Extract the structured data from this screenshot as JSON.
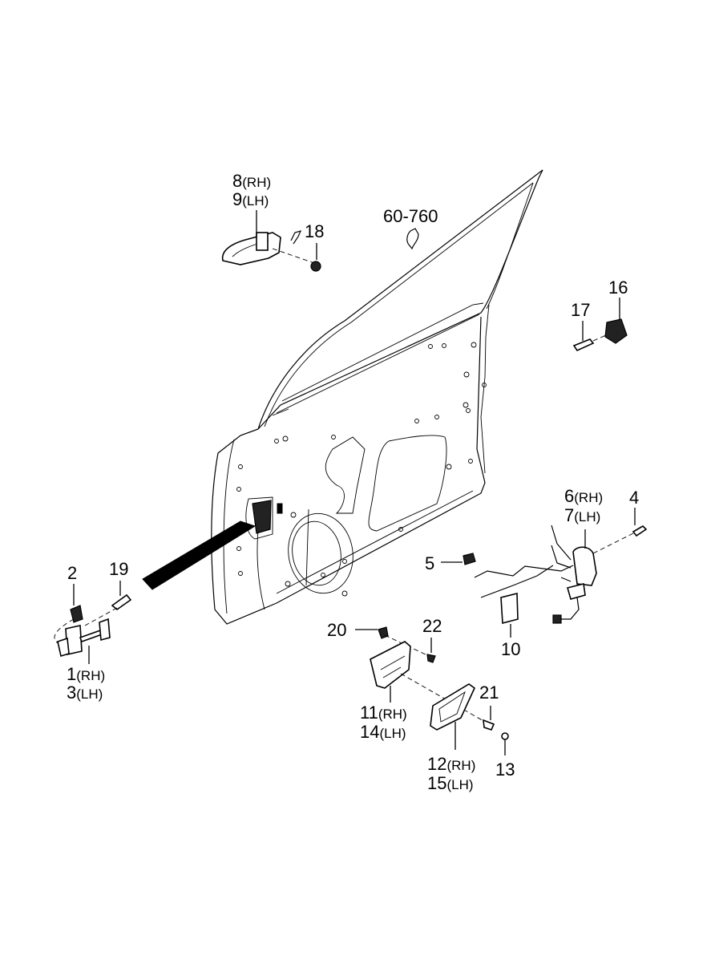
{
  "diagram": {
    "title_ref": "60-760",
    "colors": {
      "line": "#000000",
      "background": "#ffffff"
    },
    "callouts": [
      {
        "id": "c8",
        "lines": [
          "8",
          "(RH)"
        ]
      },
      {
        "id": "c9",
        "lines": [
          "9",
          "(LH)"
        ]
      },
      {
        "id": "c18",
        "lines": [
          "18"
        ]
      },
      {
        "id": "c16",
        "lines": [
          "16"
        ]
      },
      {
        "id": "c17",
        "lines": [
          "17"
        ]
      },
      {
        "id": "c6",
        "lines": [
          "6",
          "(RH)"
        ]
      },
      {
        "id": "c7",
        "lines": [
          "7",
          "(LH)"
        ]
      },
      {
        "id": "c4",
        "lines": [
          "4"
        ]
      },
      {
        "id": "c5",
        "lines": [
          "5"
        ]
      },
      {
        "id": "c10",
        "lines": [
          "10"
        ]
      },
      {
        "id": "c2",
        "lines": [
          "2"
        ]
      },
      {
        "id": "c19",
        "lines": [
          "19"
        ]
      },
      {
        "id": "c1",
        "lines": [
          "1",
          "(RH)"
        ]
      },
      {
        "id": "c3",
        "lines": [
          "3",
          "(LH)"
        ]
      },
      {
        "id": "c20",
        "lines": [
          "20"
        ]
      },
      {
        "id": "c22",
        "lines": [
          "22"
        ]
      },
      {
        "id": "c11",
        "lines": [
          "11",
          "(RH)"
        ]
      },
      {
        "id": "c14",
        "lines": [
          "14",
          "(LH)"
        ]
      },
      {
        "id": "c21",
        "lines": [
          "21"
        ]
      },
      {
        "id": "c12",
        "lines": [
          "12",
          "(RH)"
        ]
      },
      {
        "id": "c15",
        "lines": [
          "15",
          "(LH)"
        ]
      },
      {
        "id": "c13",
        "lines": [
          "13"
        ]
      }
    ]
  }
}
